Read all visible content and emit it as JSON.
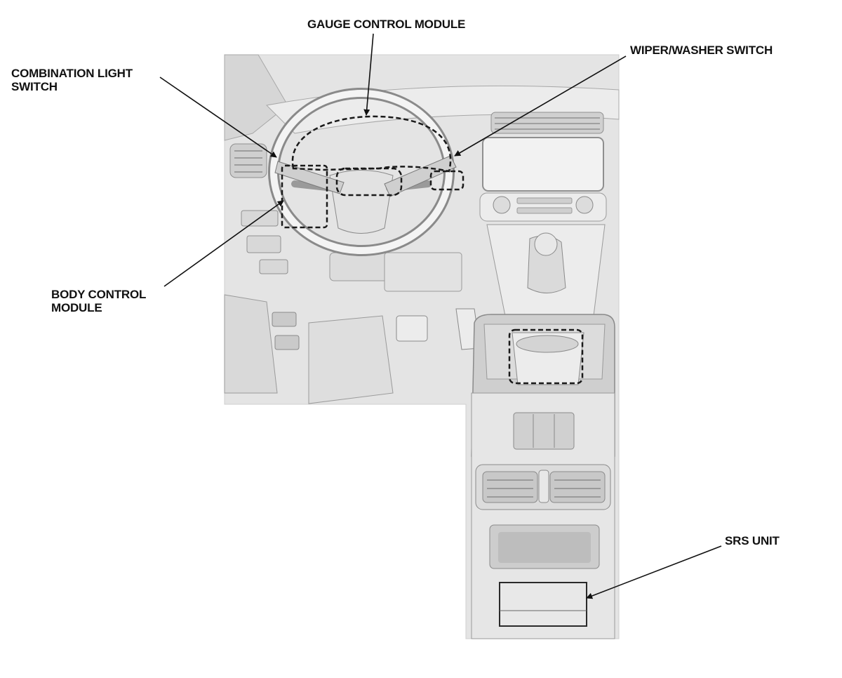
{
  "labels": {
    "gauge_control_module": "GAUGE CONTROL MODULE",
    "wiper_washer_switch": "WIPER/WASHER SWITCH",
    "combination_light_switch": [
      "COMBINATION LIGHT",
      "SWITCH"
    ],
    "body_control_module": [
      "BODY CONTROL",
      "MODULE"
    ],
    "srs_unit": "SRS UNIT"
  },
  "colors": {
    "ink": "#111111",
    "panel_fill": "#e4e4e4",
    "surface_light": "#f1f1f1",
    "surface_mid": "#d2d2d2",
    "outline": "#9a9a9a",
    "dashed_outline": "#1a1a1a"
  }
}
